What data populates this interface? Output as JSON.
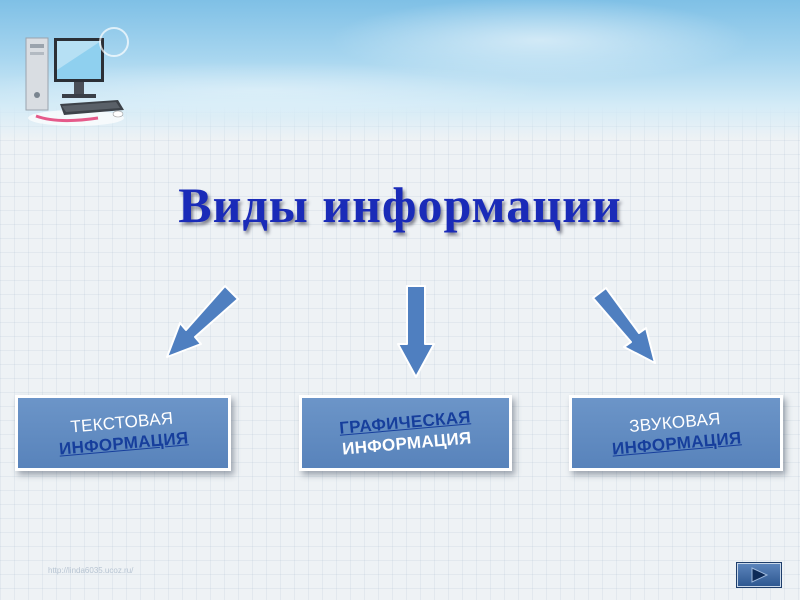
{
  "slide": {
    "title": "Виды информации"
  },
  "boxes": [
    {
      "line1": "ТЕКСТОВАЯ",
      "line2": "ИНФОРМАЦИЯ"
    },
    {
      "line1": "ГРАФИЧЕСКАЯ",
      "line2": "ИНФОРМАЦИЯ"
    },
    {
      "line1": "ЗВУКОВАЯ",
      "line2": "ИНФОРМАЦИЯ"
    }
  ],
  "footer": {
    "text": "http://linda6035.ucoz.ru/"
  },
  "navigation": {
    "next_icon": "play-triangle-icon"
  },
  "colors": {
    "title": "#1a2bb8",
    "box_fill": "#5f8ac1",
    "arrow_fill": "#4f7fc0",
    "header_sky": "#7fc0e6"
  }
}
